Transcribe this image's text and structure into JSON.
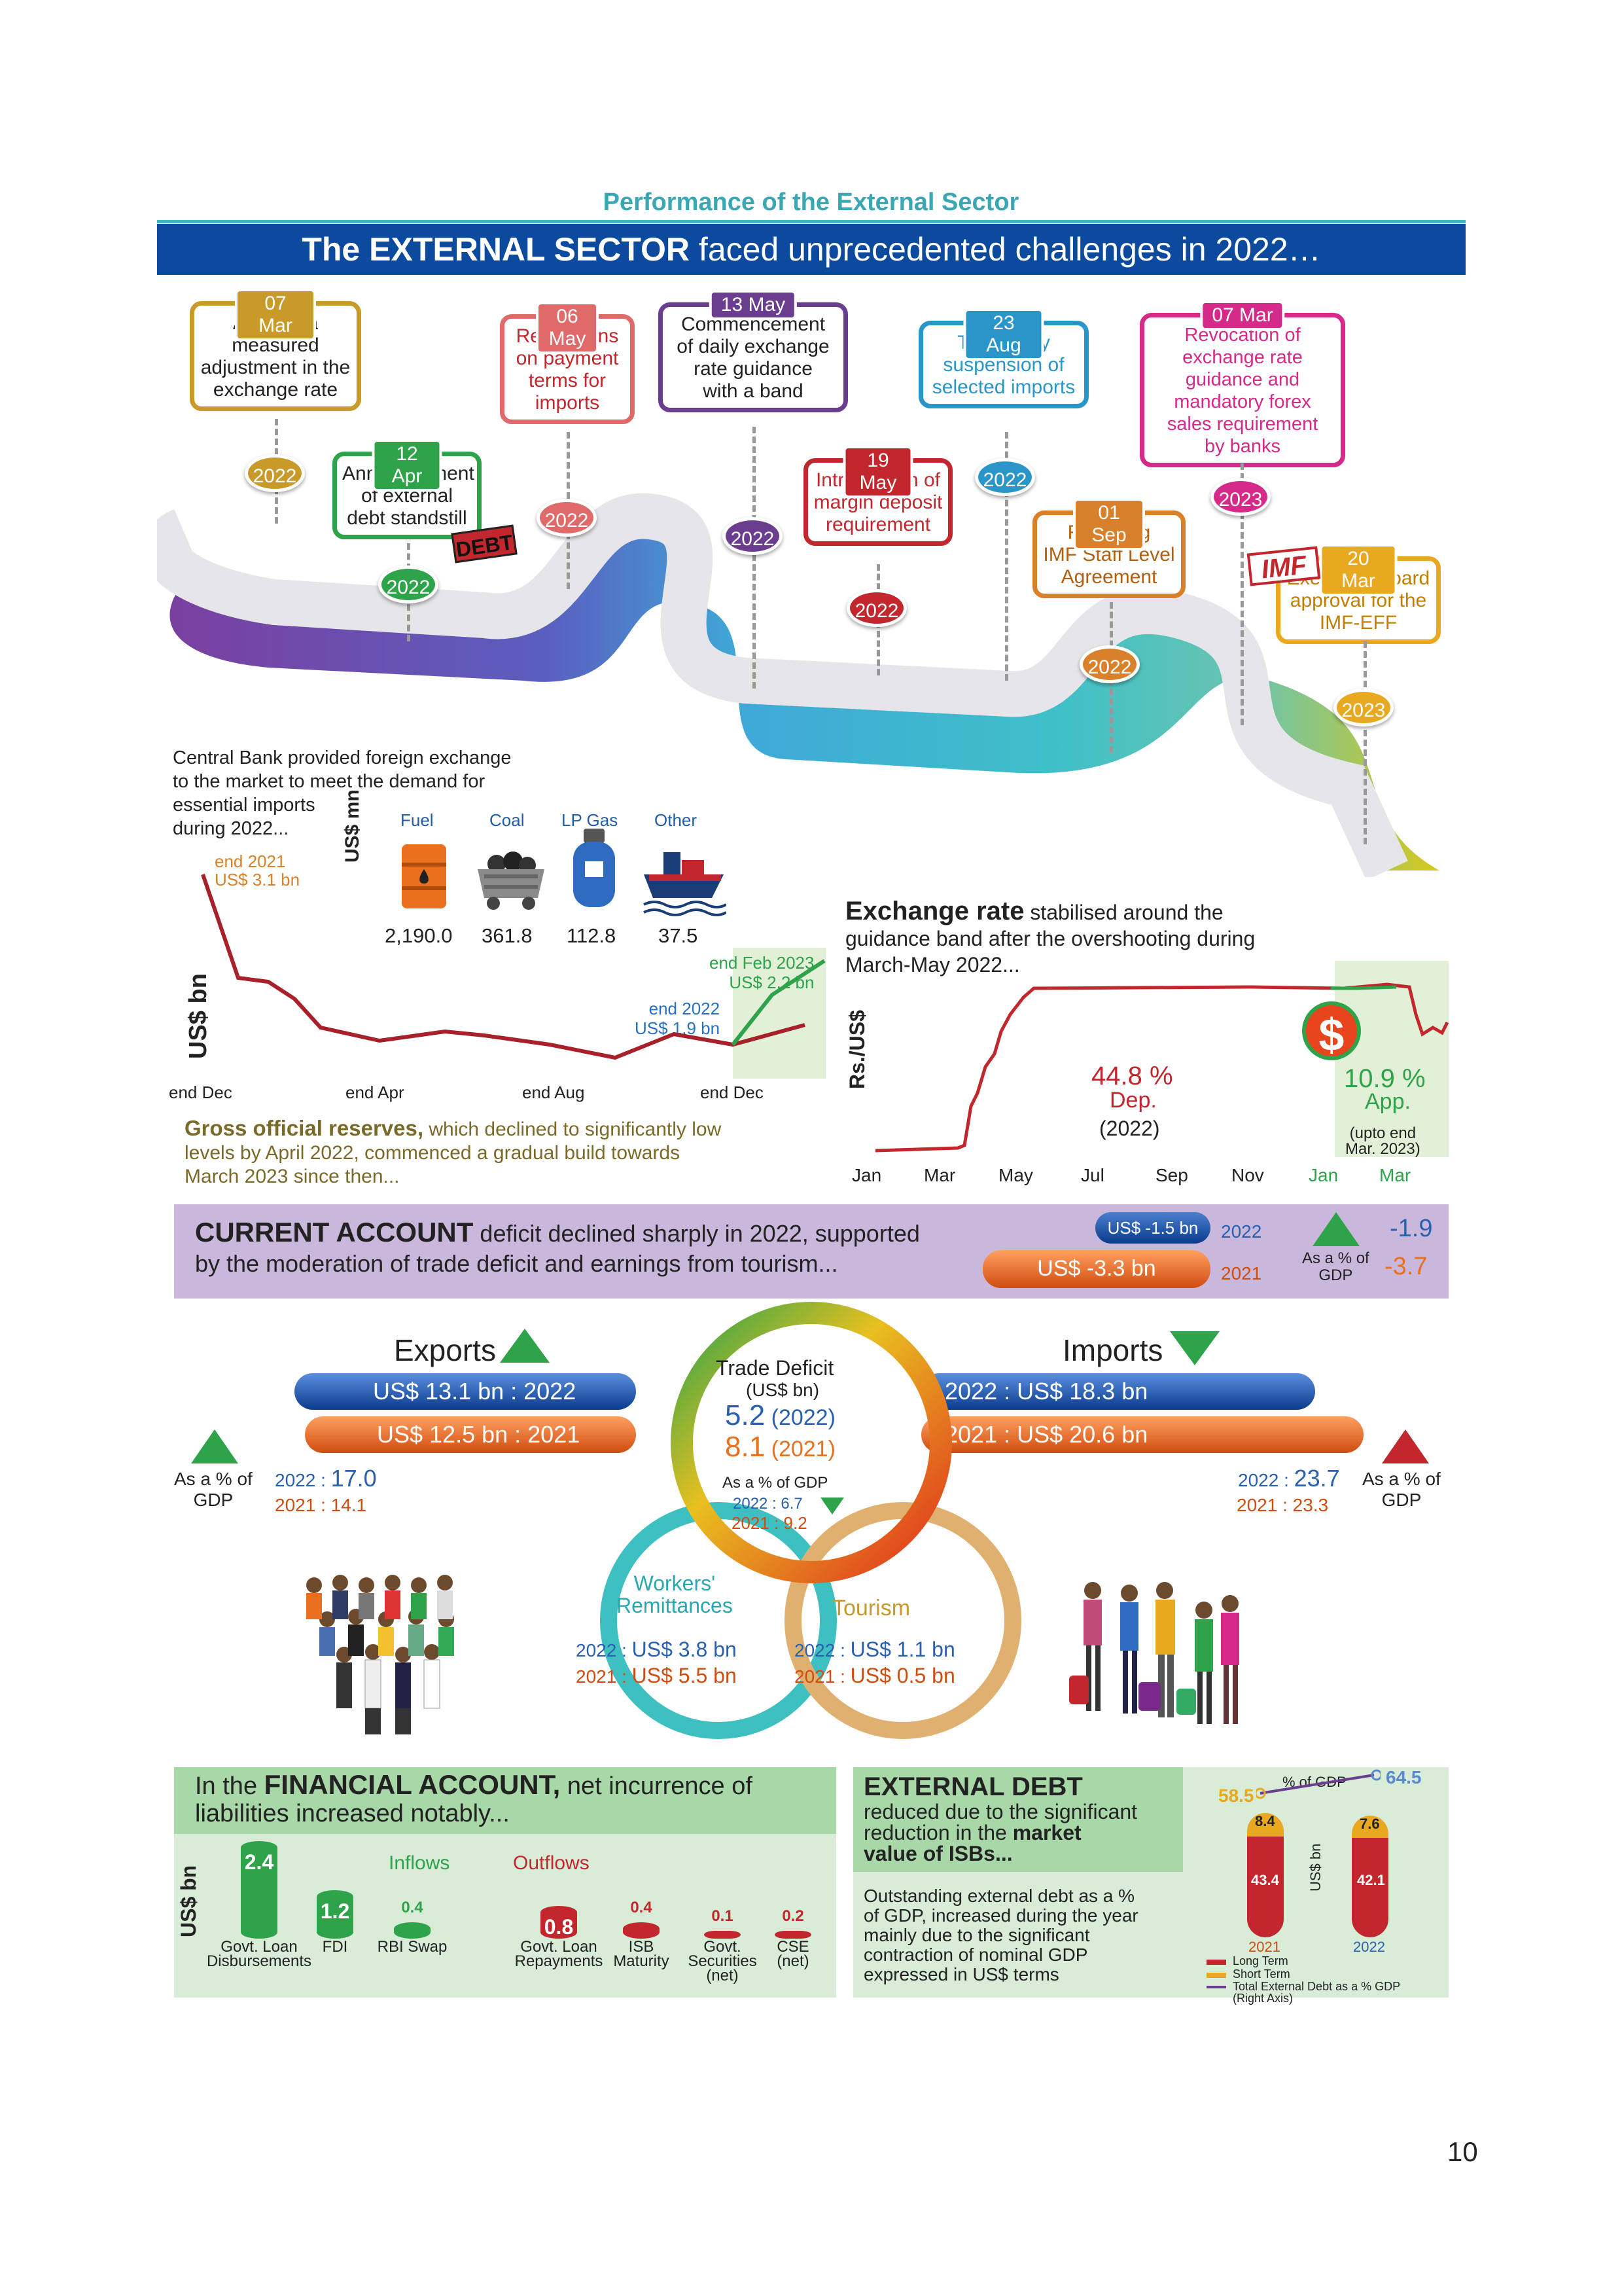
{
  "header": {
    "kicker": "Performance of the External Sector",
    "banner_bold": "The EXTERNAL SECTOR",
    "banner_rest": " faced unprecedented challenges in 2022…"
  },
  "timeline": [
    {
      "date": "07 Mar",
      "text": "Allowed a\nmeasured\nadjustment in the\nexchange rate",
      "year": "2022"
    },
    {
      "date": "12 Apr",
      "text": "Announcement\nof external\ndebt standstill",
      "year": "2022",
      "badge": "DEBT"
    },
    {
      "date": "06 May",
      "text": "Restrictions\non payment\nterms for\nimports",
      "year": "2022"
    },
    {
      "date": "13 May",
      "text": "Commencement\nof daily exchange\nrate guidance\nwith a band",
      "year": "2022"
    },
    {
      "date": "19 May",
      "text": "Introduction of\nmargin deposit\nrequirement",
      "year": "2022"
    },
    {
      "date": "23 Aug",
      "text": "Temporary\nsuspension of\nselected imports",
      "year": "2022"
    },
    {
      "date": "01 Sep",
      "text": "Reaching\nIMF Staff Level\nAgreement",
      "year": "2022"
    },
    {
      "date": "07 Mar",
      "text": "Revocation of\nexchange rate\nguidance and\nmandatory forex\nsales requirement\nby banks",
      "year": "2023"
    },
    {
      "date": "20 Mar",
      "text": "Executive Board\napproval for the\nIMF-EFF",
      "year": "2023",
      "badge": "IMF"
    }
  ],
  "reserves": {
    "intro": "Central Bank provided foreign exchange\nto the market to meet the demand for\nessential imports\nduring 2022...",
    "unit_label": "US$ mn",
    "items": [
      {
        "label": "Fuel",
        "value": "2,190.0",
        "icon": "fuel-barrel-icon"
      },
      {
        "label": "Coal",
        "value": "361.8",
        "icon": "coal-cart-icon"
      },
      {
        "label": "LP Gas",
        "value": "112.8",
        "icon": "gas-cylinder-icon"
      },
      {
        "label": "Other",
        "value": "37.5",
        "icon": "cargo-ship-icon"
      }
    ],
    "ylabel": "US$ bn",
    "ann_start": "end 2021\nUS$ 3.1 bn",
    "ann_mid": "end 2022\nUS$ 1.9 bn",
    "ann_end": "end Feb 2023\nUS$ 2.2 bn",
    "xticks": [
      "end Dec",
      "end Apr",
      "end Aug",
      "end Dec"
    ],
    "caption_bold": "Gross official reserves,",
    "caption_rest": " which declined to significantly low\nlevels by April 2022, commenced a gradual build towards\nMarch 2023 since then..."
  },
  "exchange": {
    "title_bold": "Exchange rate",
    "title_rest": " stabilised around the\nguidance band after the overshooting during\nMarch-May 2022...",
    "ylabel": "Rs./US$",
    "dep": "44.8 %",
    "dep_label": "Dep.",
    "dep_year": "(2022)",
    "app": "10.9 %",
    "app_label": "App.",
    "app_note": "(upto end\nMar. 2023)",
    "xticks": [
      "Jan",
      "Mar",
      "May",
      "Jul",
      "Sep",
      "Nov",
      "Jan",
      "Mar"
    ]
  },
  "current_account": {
    "bold": "CURRENT ACCOUNT",
    "rest": " deficit declined sharply in 2022, supported\nby the moderation of trade deficit and earnings from tourism...",
    "bar_2022": "US$ -1.5 bn",
    "bar_2021": "US$ -3.3 bn",
    "y2022": "2022",
    "y2021": "2021",
    "gdp_label": "As a % of\nGDP",
    "gdp_2022": "-1.9",
    "gdp_2021": "-3.7"
  },
  "trade": {
    "exports_title": "Exports",
    "imports_title": "Imports",
    "exp_2022": "US$ 13.1 bn : 2022",
    "exp_2021": "US$ 12.5 bn : 2021",
    "imp_2022": "2022 : US$ 18.3 bn",
    "imp_2021": "2021 : US$ 20.6 bn",
    "gdp_label": "As a % of\nGDP",
    "exp_gdp_2022_lbl": "2022 : ",
    "exp_gdp_2022": "17.0",
    "exp_gdp_2021": "2021 : 14.1",
    "imp_gdp_2022_lbl": "2022 : ",
    "imp_gdp_2022": "23.7",
    "imp_gdp_2021": "2021 : 23.3",
    "deficit_title": "Trade Deficit",
    "deficit_unit": "(US$ bn)",
    "def_2022": "5.2",
    "def_2022_y": " (2022)",
    "def_2021": "8.1",
    "def_2021_y": " (2021)",
    "def_gdp_label": "As a % of GDP",
    "def_gdp_2022": "2022 : 6.7",
    "def_gdp_2021": "2021 : 9.2",
    "remit_title": "Workers'\nRemittances",
    "remit_2022_l": "2022 : ",
    "remit_2022": "US$ 3.8 bn",
    "remit_2021_l": "2021 : ",
    "remit_2021": "US$ 5.5 bn",
    "tour_title": "Tourism",
    "tour_2022_l": "2022 : ",
    "tour_2022": "US$ 1.1 bn",
    "tour_2021_l": "2021 : ",
    "tour_2021": "US$ 0.5 bn"
  },
  "financial": {
    "lead": "In the ",
    "bold": "FINANCIAL ACCOUNT,",
    "rest": " net incurrence of\nliabilities increased notably...",
    "ylabel": "US$ bn",
    "inflows": "Inflows",
    "outflows": "Outflows",
    "bars": [
      {
        "label": "Govt. Loan\nDisbursements",
        "value": "2.4",
        "kind": "in"
      },
      {
        "label": "FDI",
        "value": "1.2",
        "kind": "in"
      },
      {
        "label": "RBI Swap",
        "value": "0.4",
        "kind": "in"
      },
      {
        "label": "Govt. Loan\nRepayments",
        "value": "0.8",
        "kind": "out"
      },
      {
        "label": "ISB\nMaturity",
        "value": "0.4",
        "kind": "out"
      },
      {
        "label": "Govt.\nSecurities\n(net)",
        "value": "0.1",
        "kind": "out"
      },
      {
        "label": "CSE\n(net)",
        "value": "0.2",
        "kind": "out"
      }
    ]
  },
  "debt": {
    "title": "EXTERNAL DEBT",
    "sub1": "reduced due to the significant\nreduction in the ",
    "sub_bold": "market\nvalue of ISBs...",
    "body": "Outstanding external debt as a %\nof GDP, increased during the year\nmainly due to the significant\ncontraction of nominal GDP\nexpressed in US$ terms",
    "ylabel": "US$ bn",
    "pct_label": "% of GDP",
    "y2021": "2021",
    "y2022": "2022",
    "lt_2021": "43.4",
    "st_2021": "8.4",
    "lt_2022": "42.1",
    "st_2022": "7.6",
    "gdp_2021": "58.5",
    "gdp_2022": "64.5",
    "legend": [
      "Long Term",
      "Short Term",
      "Total External Debt as a % GDP\n(Right Axis)"
    ]
  },
  "page_number": "10",
  "colors": {
    "navy": "#0b4a9c",
    "teal": "#3fb8c4",
    "red": "#c2272d",
    "green": "#2ea34a",
    "orange": "#f26b21",
    "gold": "#c79a2a",
    "purple": "#6a3d8f",
    "magenta": "#d62a8a",
    "ca_band": "#c9b8dc",
    "fin_bg": "#d8ecd8"
  }
}
